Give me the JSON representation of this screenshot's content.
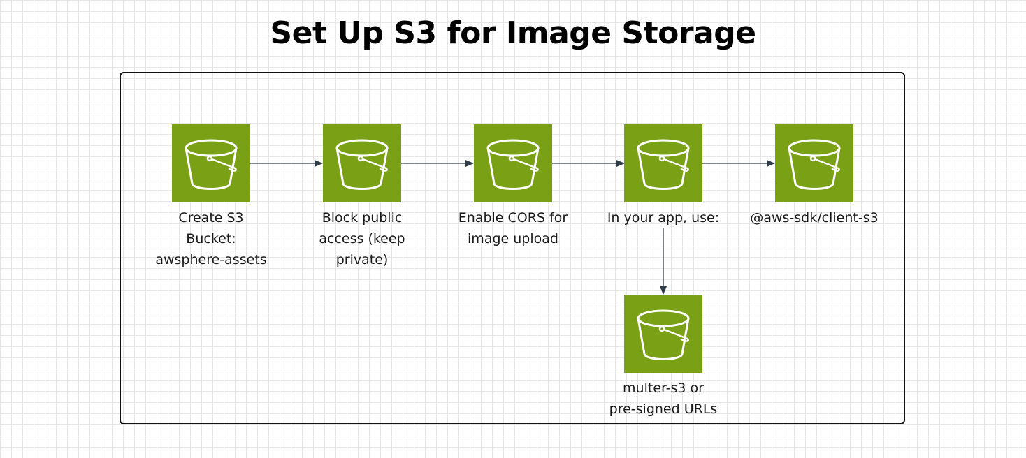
{
  "title": "Set Up S3 for Image Storage",
  "colors": {
    "bucket_fill": "#7aa116",
    "bucket_stroke": "#ffffff",
    "edge": "#2f3b48",
    "frame": "#111111"
  },
  "nodes": [
    {
      "id": "create-bucket",
      "icon": "s3-bucket-icon",
      "label": "Create S3\nBucket:\nawsphere-assets"
    },
    {
      "id": "block-public",
      "icon": "s3-bucket-icon",
      "label": "Block public\naccess (keep\nprivate)"
    },
    {
      "id": "enable-cors",
      "icon": "s3-bucket-icon",
      "label": "Enable CORS for\nimage upload"
    },
    {
      "id": "in-your-app",
      "icon": "s3-bucket-icon",
      "label": "In your app, use:"
    },
    {
      "id": "aws-sdk",
      "icon": "s3-bucket-icon",
      "label": "@aws-sdk/client-s3"
    },
    {
      "id": "multer",
      "icon": "s3-bucket-icon",
      "label": "multer-s3 or\npre-signed URLs"
    }
  ],
  "edges": [
    {
      "from": "create-bucket",
      "to": "block-public"
    },
    {
      "from": "block-public",
      "to": "enable-cors"
    },
    {
      "from": "enable-cors",
      "to": "in-your-app"
    },
    {
      "from": "in-your-app",
      "to": "aws-sdk"
    },
    {
      "from": "in-your-app",
      "to": "multer"
    }
  ]
}
